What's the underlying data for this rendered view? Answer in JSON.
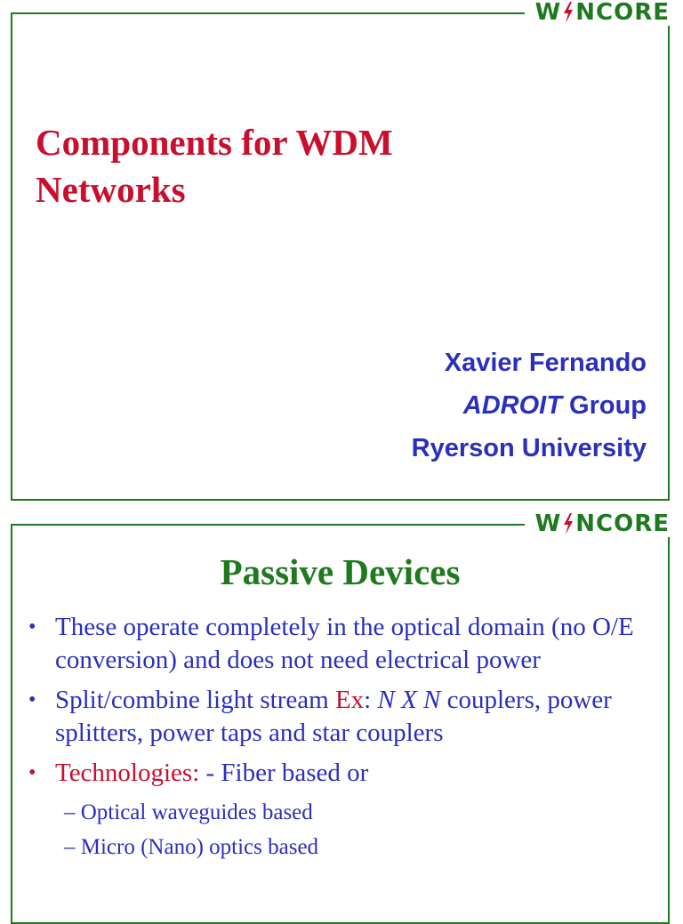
{
  "logo": {
    "text_before": "W",
    "text_after": "NCORE",
    "color": "#1f7a1f",
    "bolt_color": "#c8102e"
  },
  "slide1": {
    "title": "Components for WDM\nNetworks",
    "author": {
      "name": "Xavier Fernando",
      "group_italic": "ADROIT",
      "group_rest": " Group",
      "university": "Ryerson University"
    }
  },
  "slide2": {
    "title": "Passive Devices",
    "bullets": {
      "b1": "These operate completely in the optical domain (no O/E conversion) and does not need electrical power",
      "b2": {
        "pre": "Split/combine light stream ",
        "ex": "Ex",
        "colon": ": ",
        "n1": "N",
        "x": " X ",
        "n2": "N",
        "rest": " couplers, power splitters, power taps and star couplers"
      },
      "b3": {
        "label": "Technologies:",
        "rest": " - Fiber based or",
        "subs": [
          "– Optical waveguides based",
          "– Micro (Nano) optics based"
        ]
      }
    }
  },
  "colors": {
    "title_red": "#c8102e",
    "text_blue": "#2a2fbd",
    "accent_green": "#1f7a1f"
  }
}
